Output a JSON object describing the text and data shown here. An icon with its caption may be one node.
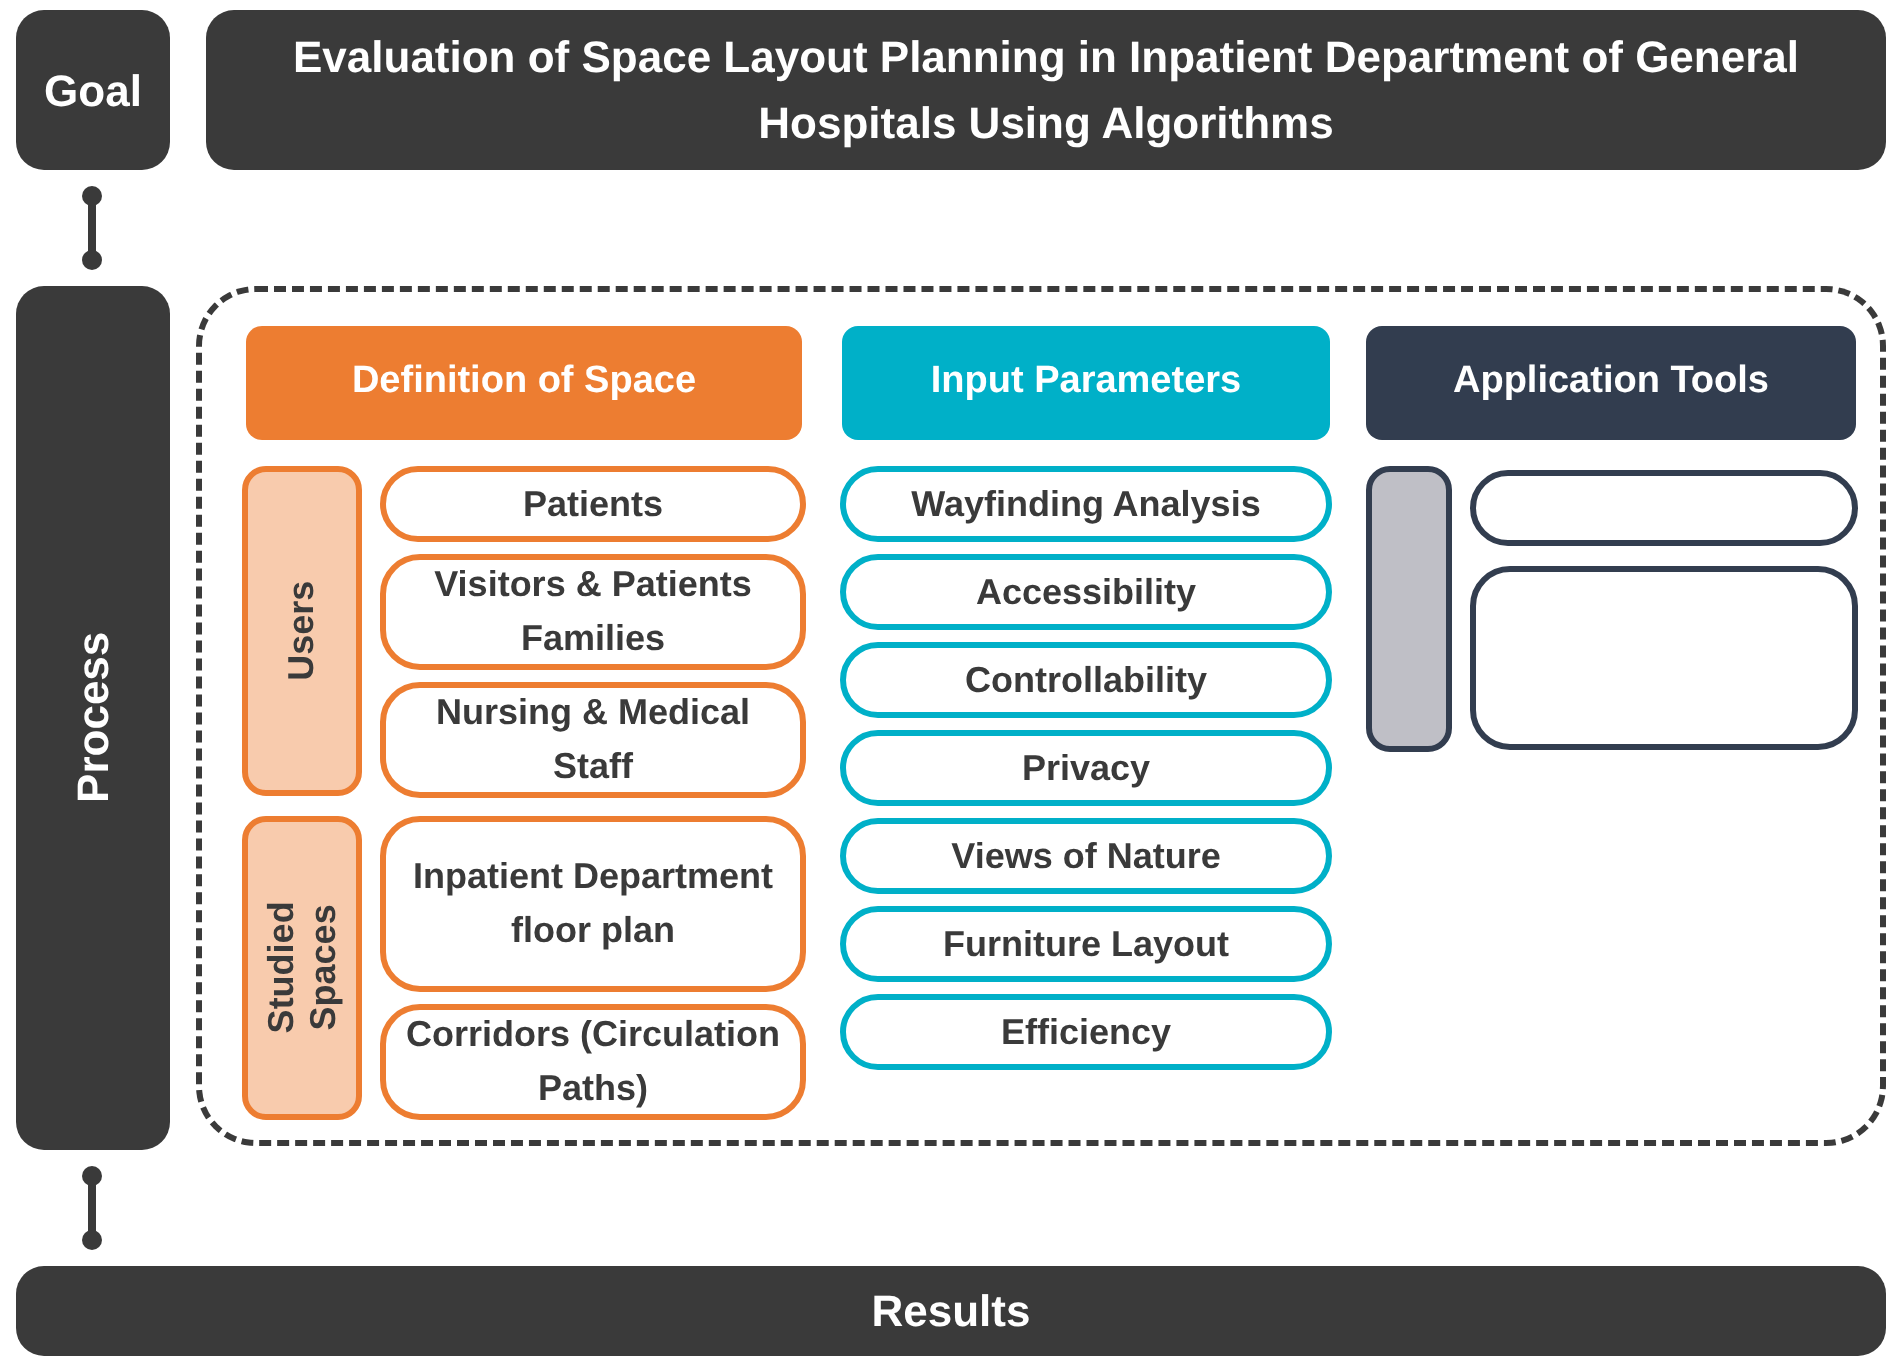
{
  "diagram": {
    "nodes": [
      {
        "text": [
          "Goal"
        ]
      },
      {
        "text": [
          "Evaluation of Space Layout Planning in Inpatient Department of General Hospitals Using Algorithms"
        ]
      },
      {
        "text": [
          "Process"
        ]
      },
      {
        "text": [],
        "shape": "box"
      },
      {
        "text": [
          "Definition of Space"
        ],
        "in": 3
      },
      {
        "text": [
          "Users"
        ],
        "in": 3
      },
      {
        "text": [
          "Patients"
        ],
        "in": 3
      },
      {
        "text": [
          "Visitors & Patients Families"
        ],
        "in": 3
      },
      {
        "text": [
          "Nursing & Medical Staff"
        ],
        "in": 3
      },
      {
        "text": [
          "Studied Spaces"
        ],
        "in": 3
      },
      {
        "text": [
          "Inpatient Department floor plan"
        ],
        "in": 3
      },
      {
        "text": [
          "Corridors (Circulation Paths)"
        ],
        "in": 3
      },
      {
        "text": [
          "Input Parameters"
        ],
        "in": 3
      },
      {
        "text": [
          "Wayfinding Analysis"
        ],
        "in": 3
      },
      {
        "text": [
          "Accessibility"
        ],
        "in": 3
      },
      {
        "text": [
          "Controllability"
        ],
        "in": 3
      },
      {
        "text": [
          "Privacy"
        ],
        "in": 3
      },
      {
        "text": [
          "Views of Nature"
        ],
        "in": 3
      },
      {
        "text": [
          "Furniture Layout"
        ],
        "in": 3
      },
      {
        "text": [
          "Efficiency"
        ],
        "in": 3
      },
      {
        "text": [
          "Application Tools"
        ],
        "in": 3
      },
      {
        "text": [],
        "shape": "box",
        "in": 3
      },
      {
        "text": [],
        "shape": "box",
        "in": 3
      },
      {
        "text": [],
        "shape": "box",
        "in": 3
      },
      {
        "text": [
          "Results"
        ]
      }
    ],
    "edges": [
      {
        "from": 0,
        "to": 2,
        "arrow": "other"
      },
      {
        "from": 2,
        "to": 24,
        "arrow": "other"
      }
    ]
  }
}
